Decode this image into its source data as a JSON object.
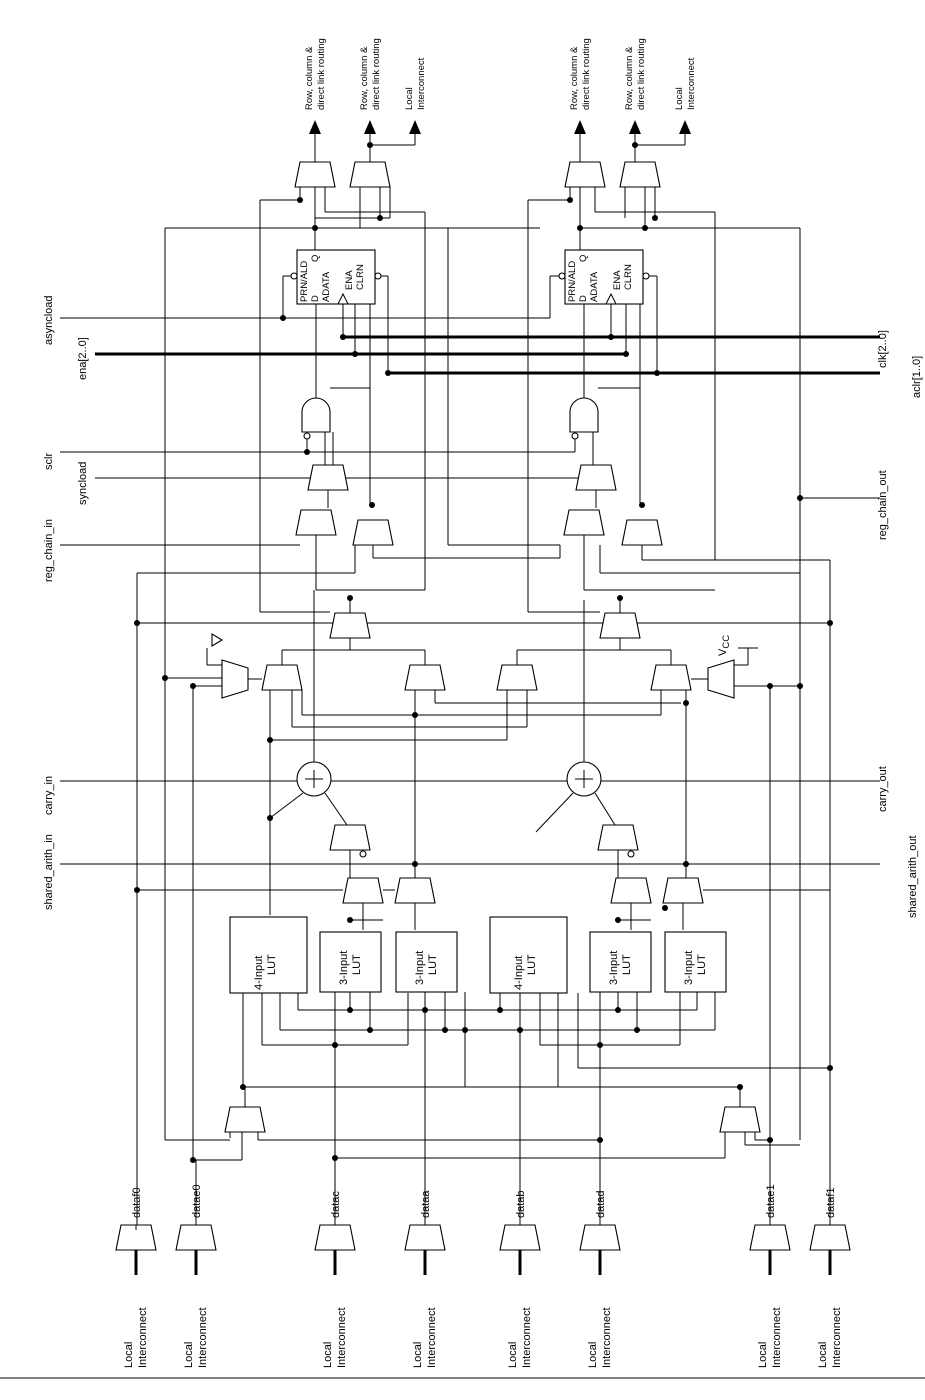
{
  "top_outputs": {
    "routing_line1": "Row, column &",
    "routing_line2": "direct link routing",
    "local_line1": "Local",
    "local_line2": "Interconnect"
  },
  "left_signals": {
    "asyncload": "asyncload",
    "ena": "ena[2..0]",
    "sclr": "sclr",
    "syncload": "syncload",
    "reg_chain_in": "reg_chain_in",
    "carry_in": "carry_in",
    "shared_arith_in": "shared_arith_in"
  },
  "right_signals": {
    "clk": "clk[2..0]",
    "aclr": "aclr[1..0]",
    "reg_chain_out": "reg_chain_out",
    "carry_out": "carry_out",
    "shared_arith_out": "shared_arith_out"
  },
  "register_pins": {
    "prn_ald": "PRN/ALD",
    "d": "D",
    "q": "Q",
    "adata": "ADATA",
    "ena": "ENA",
    "clrn": "CLRN"
  },
  "lut_labels": {
    "four_input_line1": "4-Input",
    "three_input_line1": "3-Input",
    "line2": "LUT"
  },
  "vcc": {
    "main": "V",
    "sub": "CC"
  },
  "data_inputs": [
    "dataf0",
    "datae0",
    "datac",
    "dataa",
    "datab",
    "datad",
    "datae1",
    "dataf1"
  ],
  "bottom_source": {
    "line1": "Local",
    "line2": "Interconnect"
  }
}
